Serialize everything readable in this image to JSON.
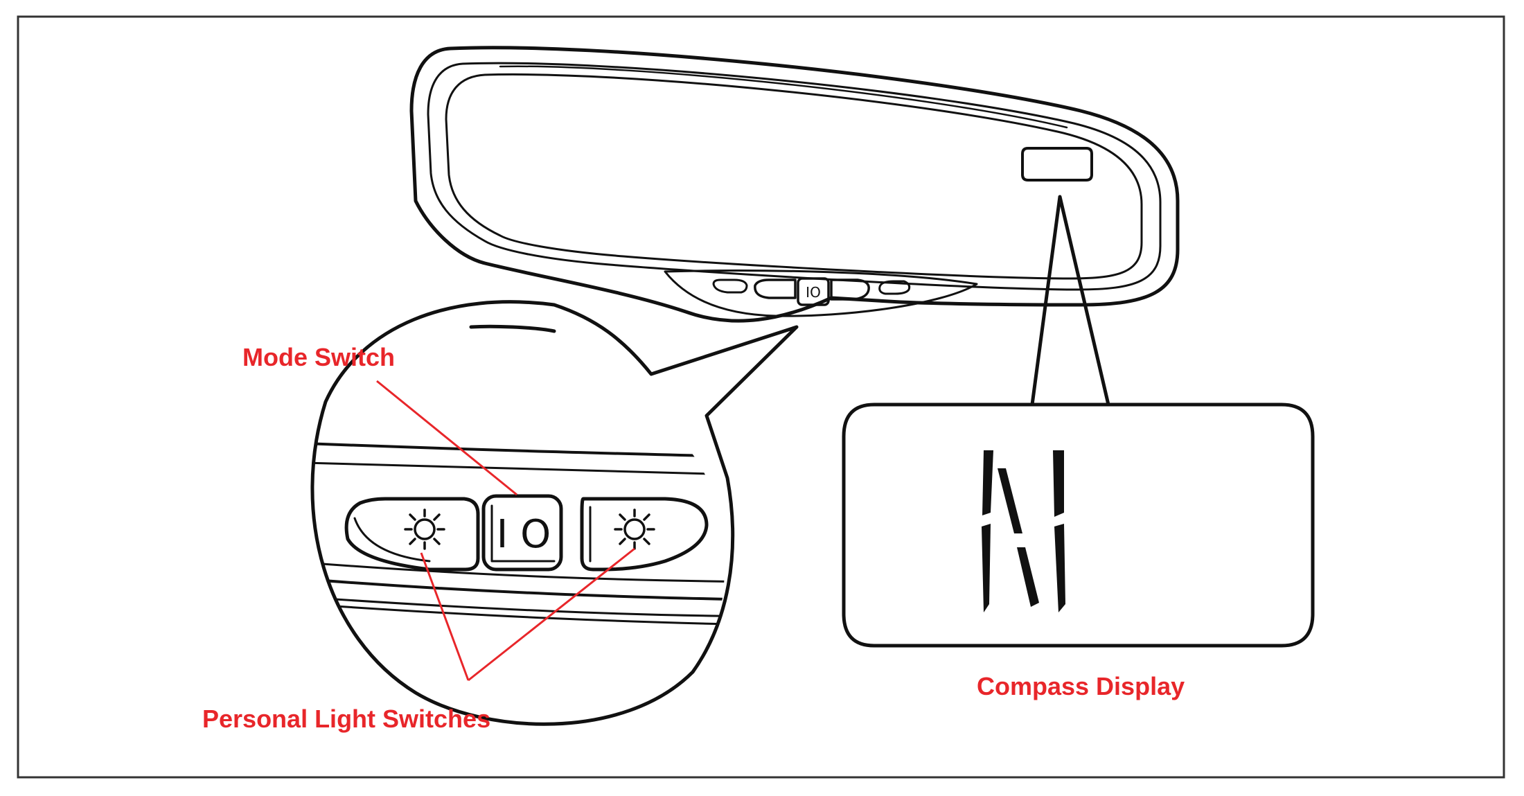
{
  "labels": {
    "mode_switch": "Mode Switch",
    "personal_light_switches": "Personal Light Switches",
    "compass_display": "Compass Display"
  },
  "compass": {
    "heading": "N"
  },
  "mode_switch_glyph": "I O",
  "colors": {
    "annotation": "#e8262a",
    "line_art": "#111111",
    "background": "#ffffff"
  },
  "icons": [
    "sun-light-icon",
    "sun-light-icon"
  ]
}
